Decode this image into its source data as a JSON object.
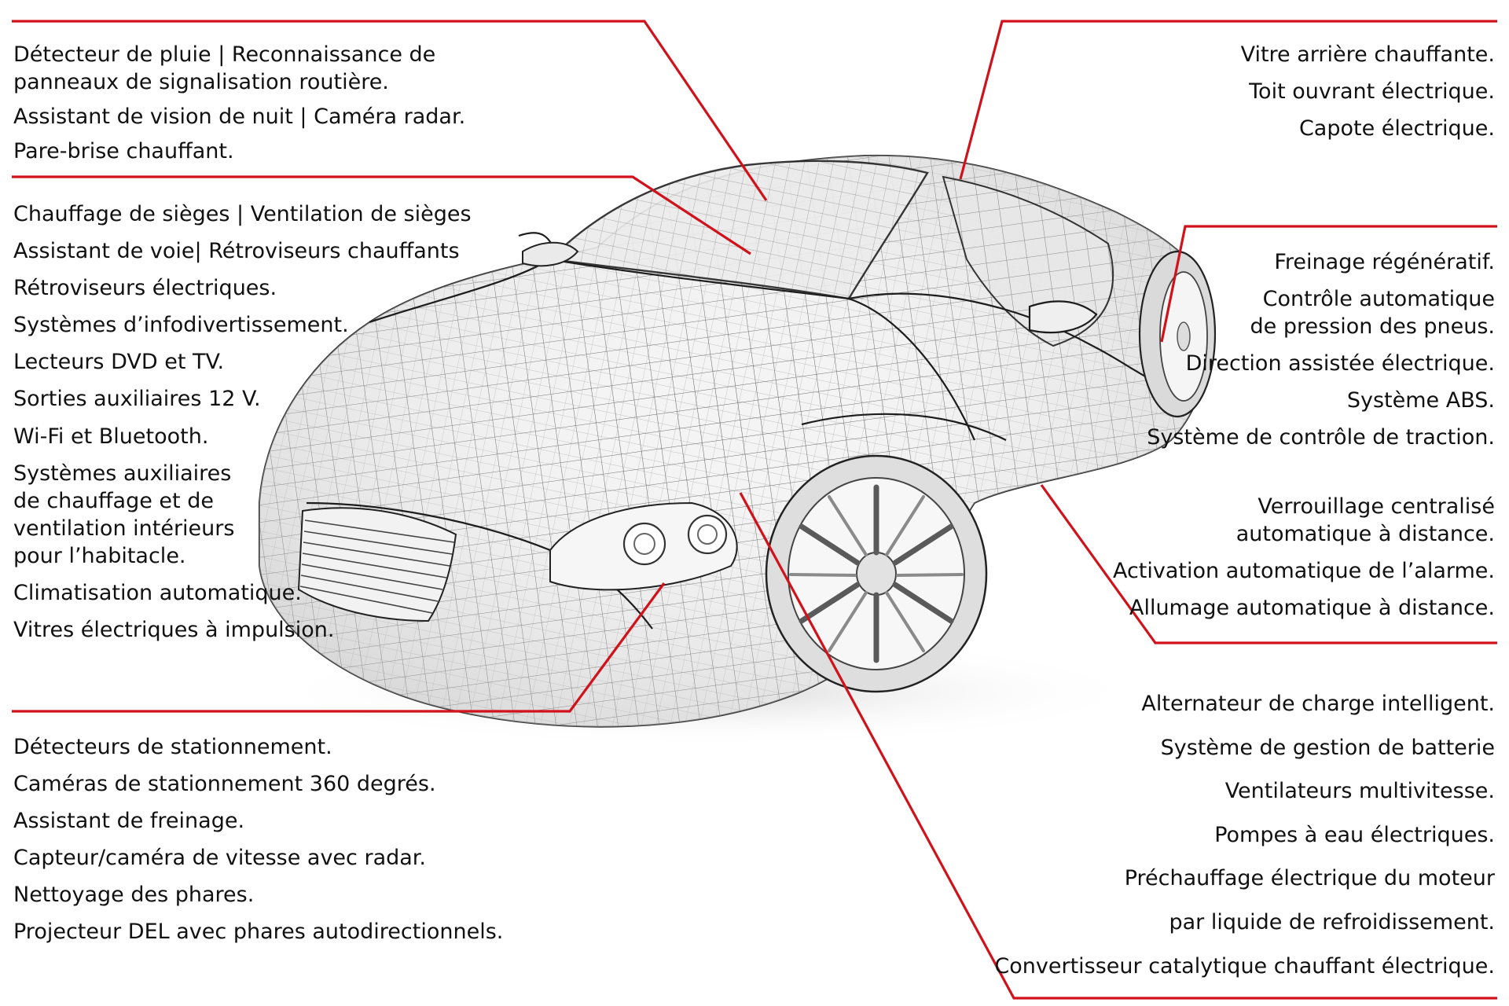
{
  "accent_color": "#d0121b",
  "illustration": {
    "subject": "car-wireframe"
  },
  "callouts": {
    "windshield": {
      "items": [
        {
          "lines": [
            "Détecteur de pluie | Reconnaissance de",
            "panneaux de signalisation routière."
          ]
        },
        {
          "lines": [
            "Assistant de vision de nuit | Caméra radar."
          ]
        },
        {
          "lines": [
            "Pare-brise chauffant."
          ]
        }
      ]
    },
    "cabin": {
      "items": [
        {
          "lines": [
            "Chauffage de sièges | Ventilation de sièges"
          ]
        },
        {
          "lines": [
            "Assistant de voie| Rétroviseurs chauffants"
          ]
        },
        {
          "lines": [
            "Rétroviseurs électriques."
          ]
        },
        {
          "lines": [
            "Systèmes d’infodivertissement."
          ]
        },
        {
          "lines": [
            "Lecteurs DVD et TV."
          ]
        },
        {
          "lines": [
            "Sorties auxiliaires 12 V."
          ]
        },
        {
          "lines": [
            "Wi-Fi et Bluetooth."
          ]
        },
        {
          "lines": [
            "Systèmes auxiliaires",
            "de chauffage et de",
            "ventilation intérieurs",
            "pour l’habitacle."
          ]
        },
        {
          "lines": [
            "Climatisation automatique."
          ]
        },
        {
          "lines": [
            "Vitres électriques à impulsion."
          ]
        }
      ]
    },
    "front": {
      "items": [
        {
          "lines": [
            "Détecteurs de stationnement."
          ]
        },
        {
          "lines": [
            "Caméras de stationnement 360 degrés."
          ]
        },
        {
          "lines": [
            "Assistant de freinage."
          ]
        },
        {
          "lines": [
            "Capteur/caméra de vitesse avec radar."
          ]
        },
        {
          "lines": [
            "Nettoyage des phares."
          ]
        },
        {
          "lines": [
            "Projecteur DEL avec phares autodirectionnels."
          ]
        }
      ]
    },
    "roof": {
      "items": [
        {
          "lines": [
            "Vitre arrière chauffante."
          ]
        },
        {
          "lines": [
            "Toit ouvrant électrique."
          ]
        },
        {
          "lines": [
            "Capote électrique."
          ]
        }
      ]
    },
    "wheels": {
      "items": [
        {
          "lines": [
            "Freinage régénératif."
          ]
        },
        {
          "lines": [
            "Contrôle automatique",
            "de pression des pneus."
          ]
        },
        {
          "lines": [
            "Direction assistée électrique."
          ]
        },
        {
          "lines": [
            "Système ABS."
          ]
        },
        {
          "lines": [
            "Système de contrôle de traction."
          ]
        }
      ]
    },
    "doors": {
      "items": [
        {
          "lines": [
            "Verrouillage centralisé",
            "automatique à distance."
          ]
        },
        {
          "lines": [
            "Activation automatique de l’alarme."
          ]
        },
        {
          "lines": [
            "Allumage automatique à distance."
          ]
        }
      ]
    },
    "engine": {
      "items": [
        {
          "lines": [
            "Alternateur de charge intelligent."
          ]
        },
        {
          "lines": [
            "Système de gestion de batterie"
          ]
        },
        {
          "lines": [
            "Ventilateurs multivitesse."
          ]
        },
        {
          "lines": [
            "Pompes à eau électriques."
          ]
        },
        {
          "lines": [
            "Préchauffage électrique du moteur"
          ]
        },
        {
          "lines": [
            "par liquide de refroidissement."
          ]
        },
        {
          "lines": [
            "Convertisseur catalytique chauffant électrique."
          ]
        }
      ]
    }
  }
}
